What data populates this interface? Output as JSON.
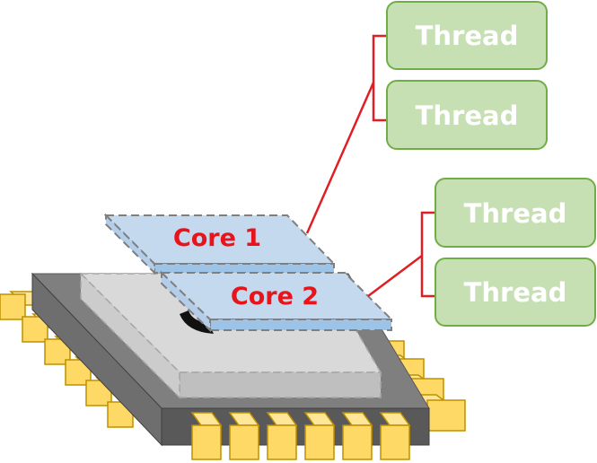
{
  "cores": [
    {
      "label": "Core 1",
      "threads": [
        "Thread",
        "Thread"
      ]
    },
    {
      "label": "Core 2",
      "threads": [
        "Thread",
        "Thread"
      ]
    }
  ],
  "colors": {
    "thread_fill": "#c6e0b4",
    "thread_stroke": "#70ad47",
    "core_fill": "#c5d9ee",
    "core_stroke": "#7f7f7f",
    "core_text": "#e8141b",
    "connector": "#e01e24",
    "chip_body": "#6e6e6e",
    "chip_top": "#d9d9d9",
    "pin_fill": "#ffd966",
    "pin_stroke": "#bf9000"
  }
}
